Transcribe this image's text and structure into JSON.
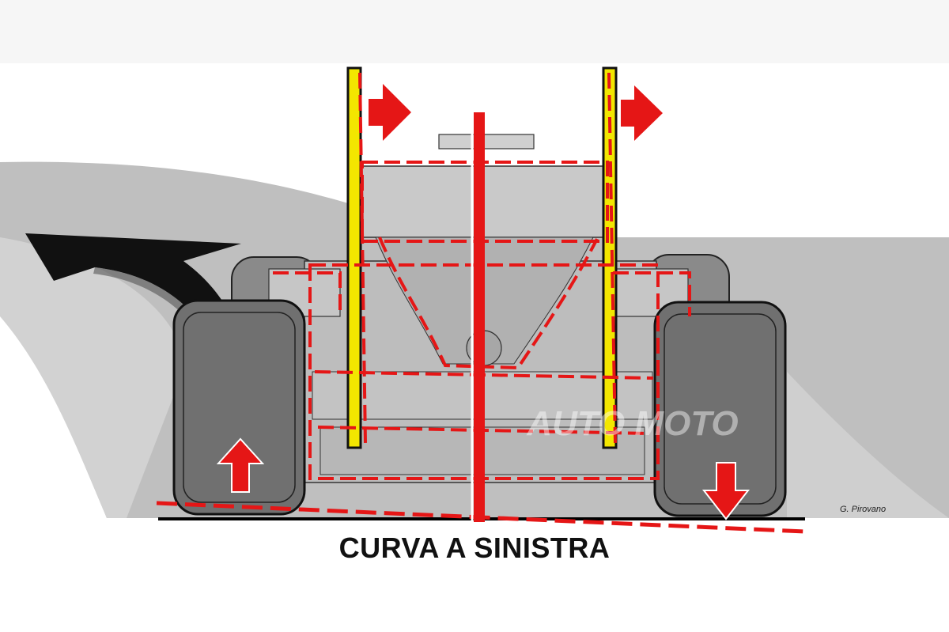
{
  "caption": "CURVA A SINISTRA",
  "credit": "G. Pirovano",
  "watermark": "AUTO MOTO",
  "colors": {
    "shift_red": "#e51616",
    "car_fill": "#bdbdbd",
    "tyre": "#707070",
    "road": "#bfbfbf",
    "track_arrow": "#111111",
    "wing_endplate": "#f3e600"
  },
  "icons": {
    "track_arrow": "curved-arrow-left-icon",
    "wing_flags": "arrow-right-icon",
    "left_tyre_arrow": "arrow-up-icon",
    "right_tyre_arrow": "arrow-down-icon"
  }
}
